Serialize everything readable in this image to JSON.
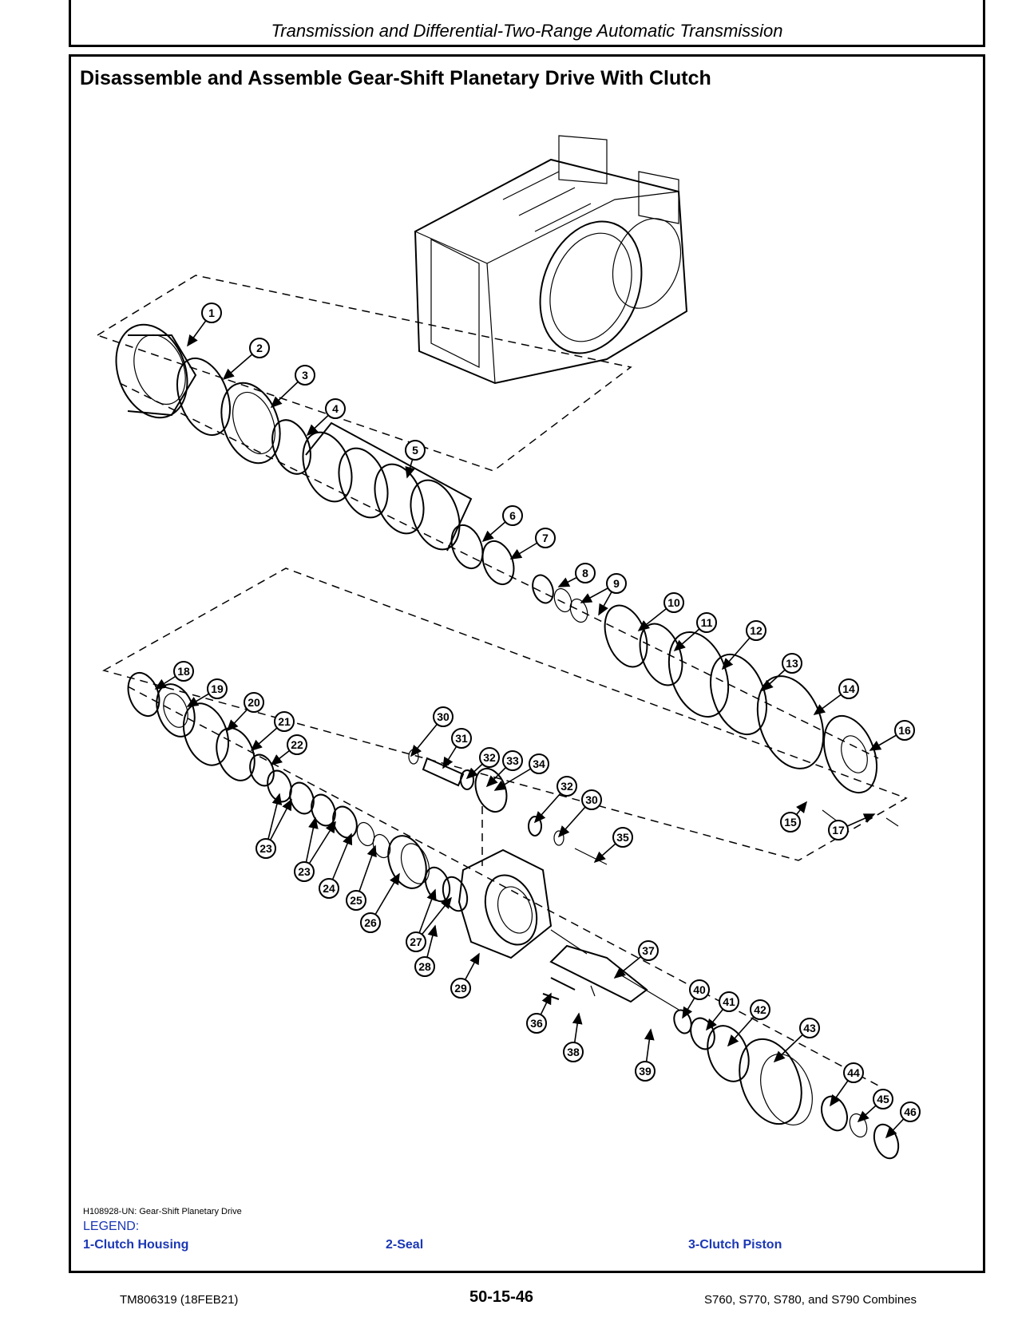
{
  "header": {
    "section_title": "Transmission and Differential-Two-Range Automatic Transmission"
  },
  "page_title": "Disassemble and Assemble Gear-Shift Planetary Drive With Clutch",
  "diagram": {
    "caption": "H108928-UN: Gear-Shift Planetary Drive",
    "callouts": [
      "1",
      "2",
      "3",
      "4",
      "5",
      "6",
      "7",
      "8",
      "9",
      "10",
      "11",
      "12",
      "13",
      "14",
      "15",
      "16",
      "17",
      "18",
      "19",
      "20",
      "21",
      "22",
      "23",
      "23",
      "24",
      "25",
      "26",
      "27",
      "28",
      "29",
      "30",
      "30",
      "31",
      "32",
      "32",
      "33",
      "34",
      "35",
      "36",
      "37",
      "38",
      "39",
      "40",
      "41",
      "42",
      "43",
      "44",
      "45",
      "46"
    ]
  },
  "legend": {
    "title": "LEGEND:",
    "items": [
      "1-Clutch Housing",
      "2-Seal",
      "3-Clutch Piston"
    ]
  },
  "footer": {
    "doc_id": "TM806319 (18FEB21)",
    "page_number": "50-15-46",
    "models": "S760, S770, S780, and S790 Combines"
  }
}
